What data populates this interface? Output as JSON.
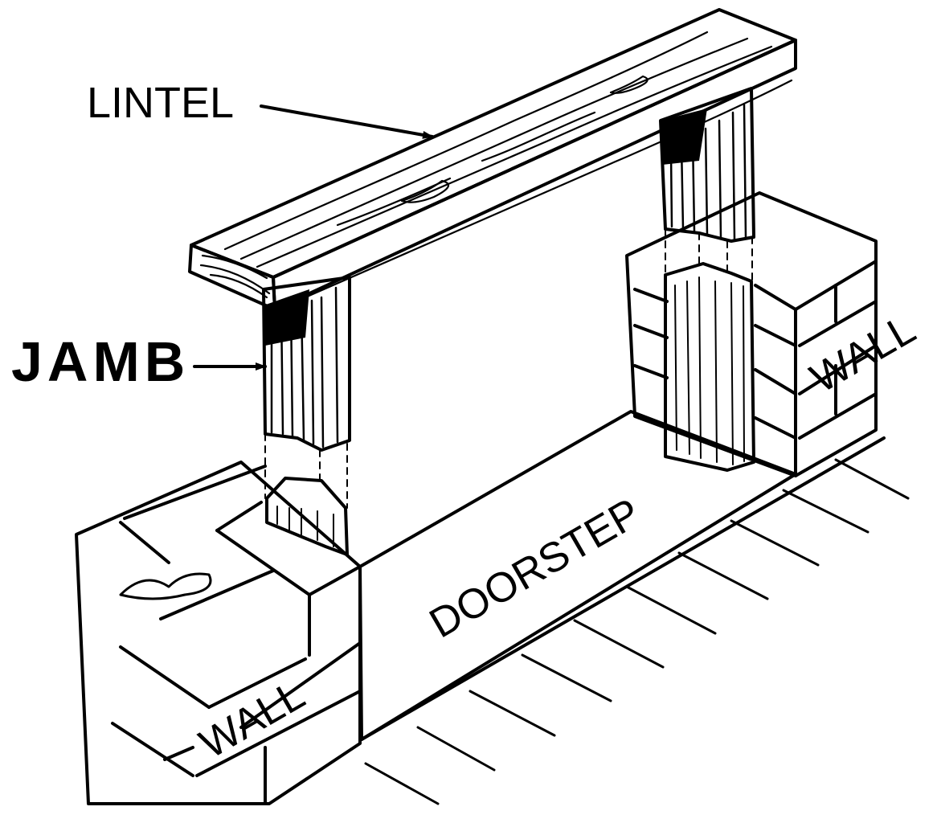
{
  "diagram": {
    "labels": {
      "lintel": "LINTEL",
      "jamb": "JAMB",
      "wall_left": "WALL",
      "wall_right": "WALL",
      "doorstep": "DOORSTEP"
    },
    "colors": {
      "ink": "#000000",
      "paper": "#ffffff"
    }
  }
}
